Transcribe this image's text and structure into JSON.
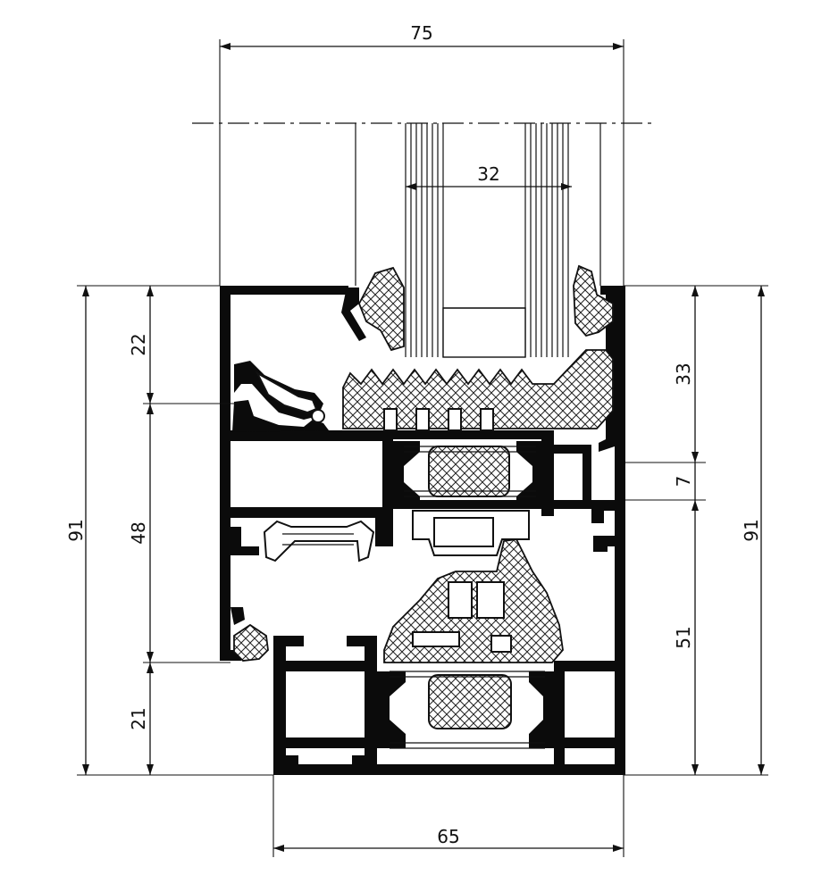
{
  "dimensions": {
    "overall_width_top": "75",
    "glazing_thickness": "32",
    "overall_width_bottom": "65",
    "height_left": "91",
    "height_right": "91",
    "left_upper": "22",
    "left_middle": "48",
    "left_lower": "21",
    "right_upper": "33",
    "right_gap": "7",
    "right_lower": "51"
  },
  "colors": {
    "profile": "#0b0b0b",
    "line": "#111111",
    "background": "#ffffff"
  }
}
